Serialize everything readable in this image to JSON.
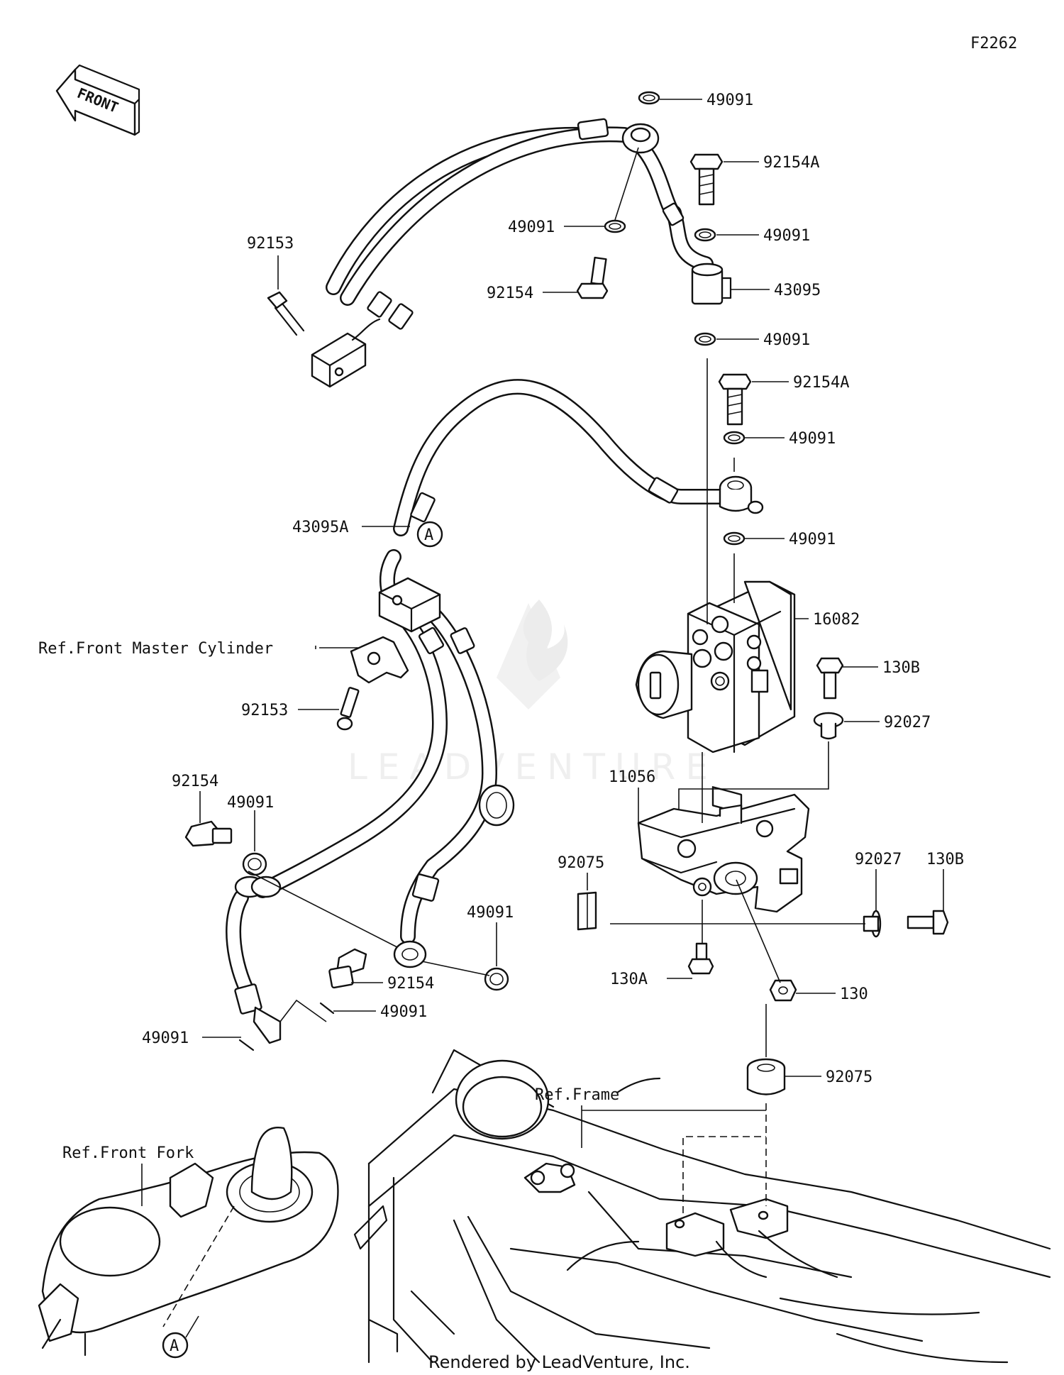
{
  "figure_code": "F2262",
  "front_arrow": "FRONT",
  "watermark": "LEADVENTURE",
  "footer": "Rendered by LeadVenture, Inc.",
  "callouts": {
    "c01": "49091",
    "c02": "92154A",
    "c03": "49091",
    "c04": "49091",
    "c05": "43095",
    "c06": "92153",
    "c07": "92154",
    "c08": "49091",
    "c09": "92154A",
    "c10": "49091",
    "c11": "49091",
    "c12": "43095A",
    "c13": "16082",
    "c14": "Ref.Front Master Cylinder",
    "c15": "130B",
    "c16": "92153",
    "c17": "92027",
    "c18": "92154",
    "c19": "49091",
    "c20": "11056",
    "c21": "92075",
    "c22": "92027",
    "c23": "130B",
    "c24": "49091",
    "c25": "92154",
    "c26": "49091",
    "c27": "130A",
    "c28": "130",
    "c29": "49091",
    "c30": "92075",
    "c31": "Ref.Frame",
    "c32": "Ref.Front Fork"
  },
  "circle_refs": {
    "a_upper": "A",
    "a_lower": "A"
  }
}
